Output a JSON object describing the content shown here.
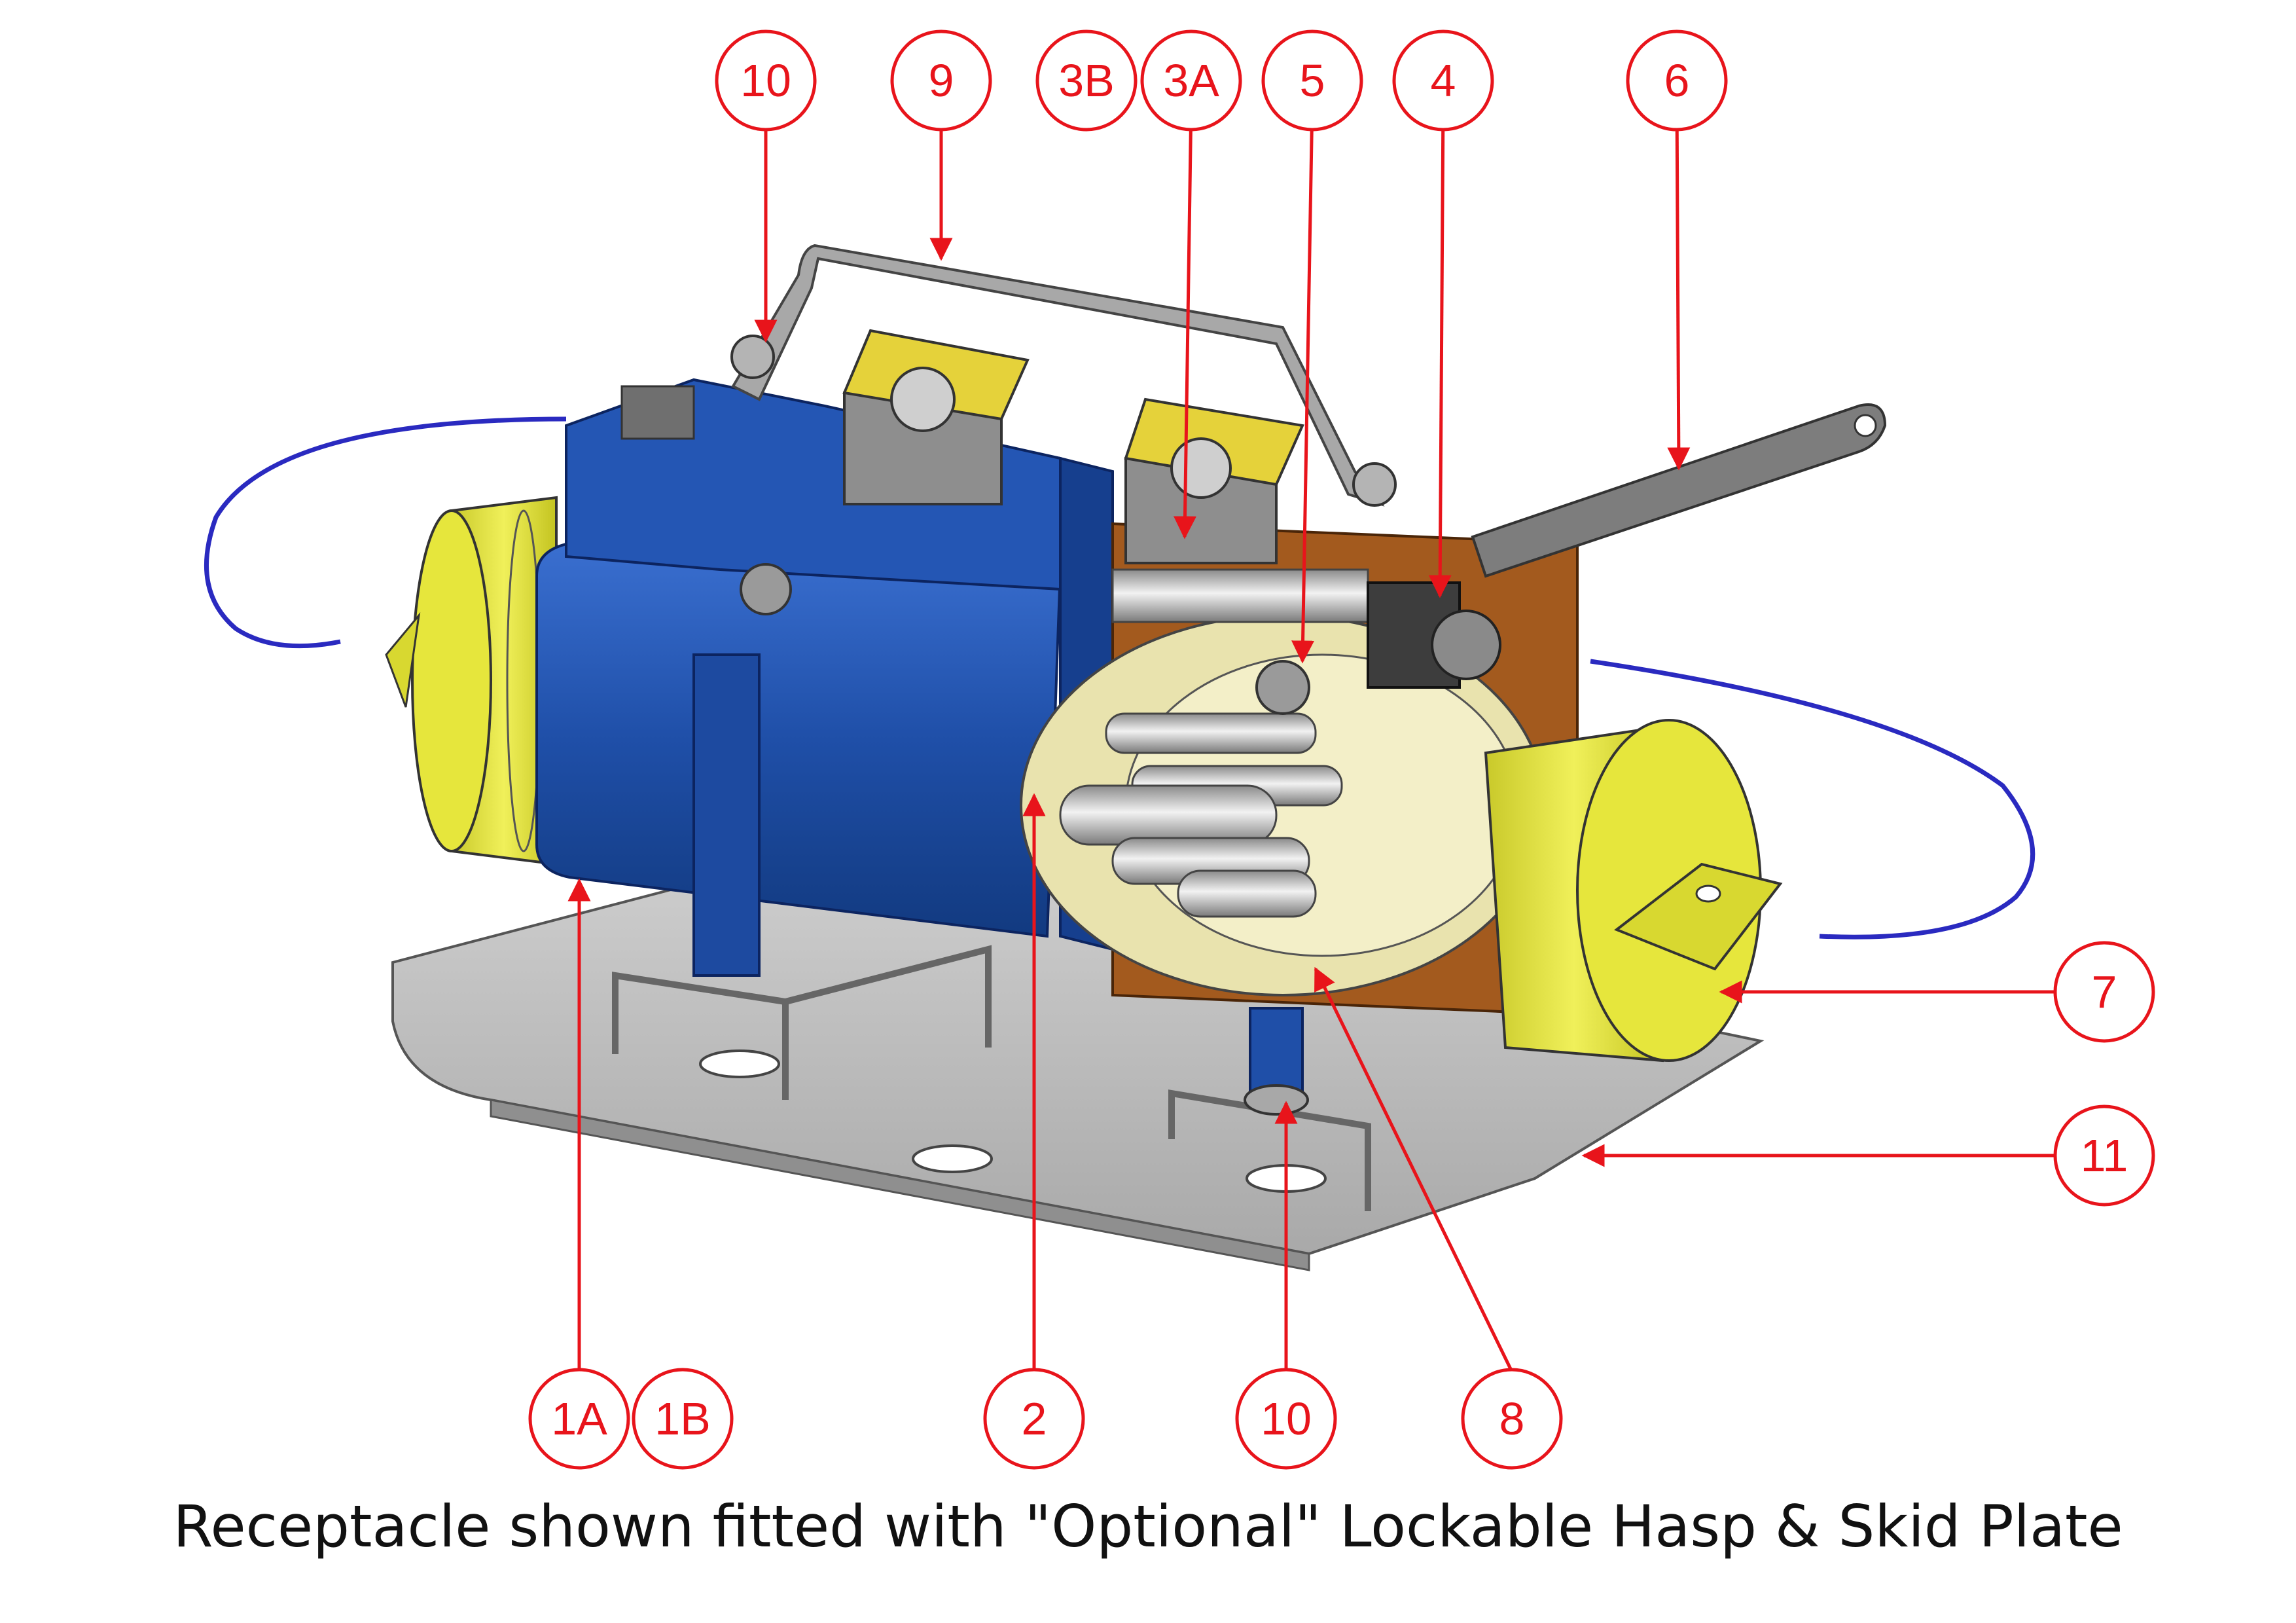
{
  "caption": "Receptacle shown fitted with \"Optional\" Lockable Hasp & Skid Plate",
  "colors": {
    "callout": "#e8141b",
    "body_blue": "#1f4fa8",
    "cap_yellow": "#e8e84a",
    "cutaway_brown": "#a35a1e",
    "plate_grey": "#b9b9b9",
    "hasp_grey": "#a8a8a8",
    "cable_blue": "#2a2ac0"
  },
  "callouts": [
    {
      "id": "c-10-top",
      "label": "10"
    },
    {
      "id": "c-9",
      "label": "9"
    },
    {
      "id": "c-3b",
      "label": "3B"
    },
    {
      "id": "c-3a",
      "label": "3A"
    },
    {
      "id": "c-5",
      "label": "5"
    },
    {
      "id": "c-4",
      "label": "4"
    },
    {
      "id": "c-6",
      "label": "6"
    },
    {
      "id": "c-7",
      "label": "7"
    },
    {
      "id": "c-11",
      "label": "11"
    },
    {
      "id": "c-1a",
      "label": "1A"
    },
    {
      "id": "c-1b",
      "label": "1B"
    },
    {
      "id": "c-2",
      "label": "2"
    },
    {
      "id": "c-10-bottom",
      "label": "10"
    },
    {
      "id": "c-8",
      "label": "8"
    }
  ]
}
